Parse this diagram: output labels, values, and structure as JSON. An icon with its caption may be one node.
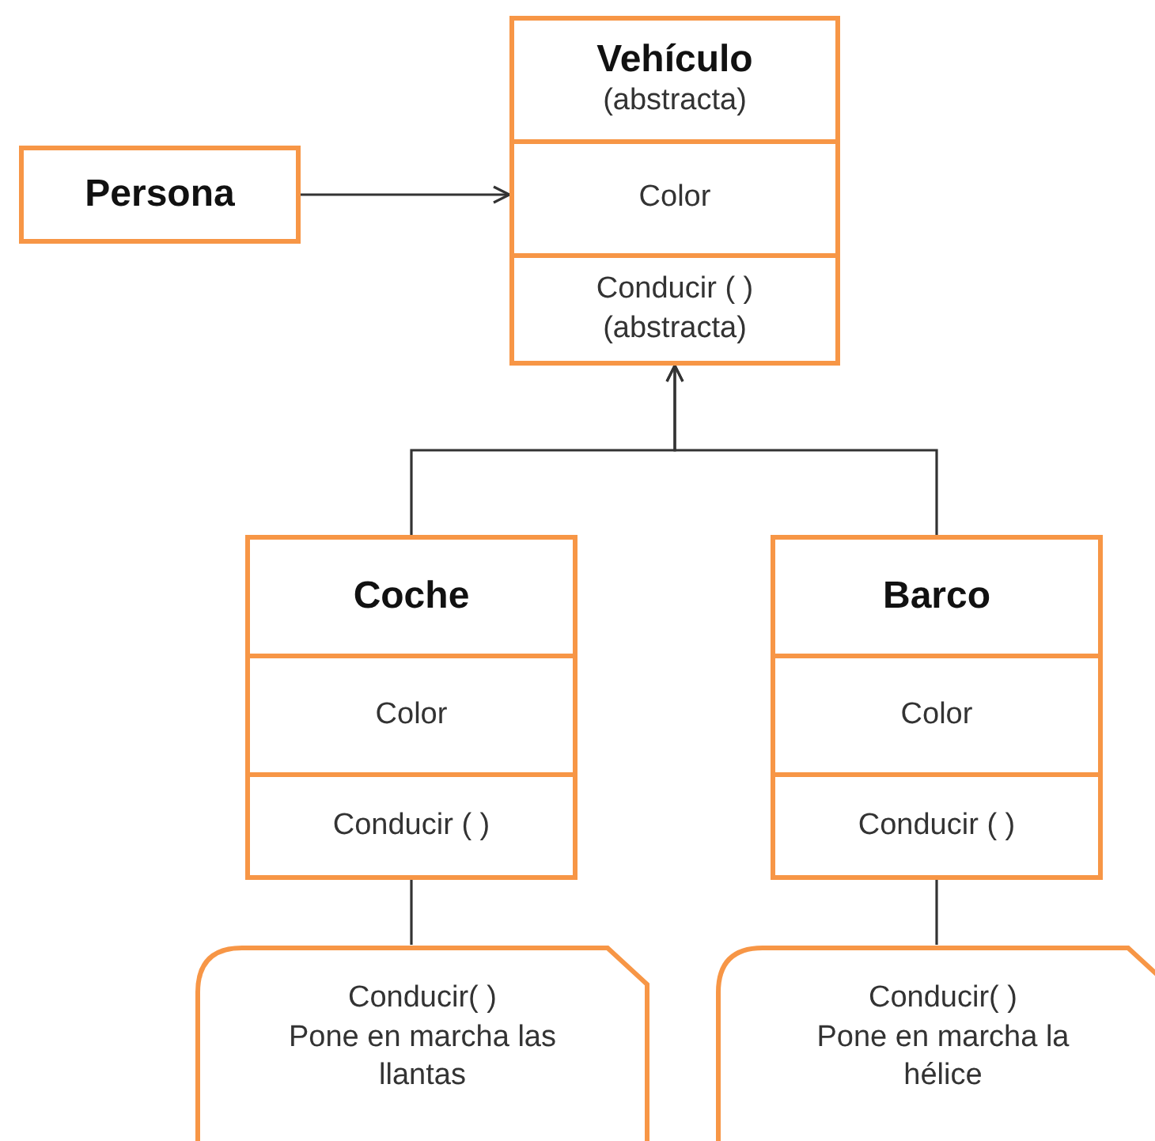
{
  "diagram": {
    "nodes": [
      {
        "text": [
          "Persona"
        ]
      },
      {
        "text": [],
        "shape": "box"
      },
      {
        "text": [
          "Vehículo",
          "(abstracta)"
        ],
        "in": 1
      },
      {
        "text": [
          "Color"
        ],
        "in": 1
      },
      {
        "text": [
          "Conducir ( ) (abstracta)"
        ],
        "in": 1
      },
      {
        "text": [],
        "shape": "box"
      },
      {
        "text": [
          "Coche"
        ],
        "in": 5
      },
      {
        "text": [
          "Color"
        ],
        "in": 5
      },
      {
        "text": [
          "Conducir ( )"
        ],
        "in": 5
      },
      {
        "text": [],
        "shape": "box"
      },
      {
        "text": [
          "Barco"
        ],
        "in": 9
      },
      {
        "text": [
          "Color"
        ],
        "in": 9
      },
      {
        "text": [
          "Conducir ( )"
        ],
        "in": 9
      },
      {
        "text": [
          "Conducir( )",
          "Pone en marcha las llantas"
        ]
      },
      {
        "text": [
          "Conducir( )",
          "Pone en marcha la hélice"
        ]
      }
    ],
    "edges": [
      {
        "from": 0,
        "to": 1,
        "arrow": "to"
      },
      {
        "from": 5,
        "to": 1,
        "arrow": "to"
      },
      {
        "from": 9,
        "to": 1,
        "arrow": "to"
      },
      {
        "from": 5,
        "to": 13,
        "arrow": "none"
      },
      {
        "from": 9,
        "to": 14,
        "arrow": "none"
      }
    ]
  }
}
